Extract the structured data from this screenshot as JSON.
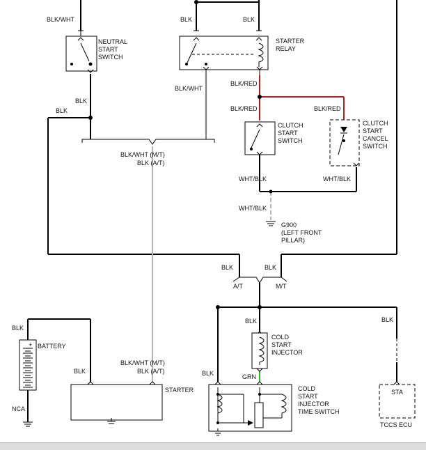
{
  "components": {
    "neutral_start_switch": "NEUTRAL\nSTART\nSWITCH",
    "starter_relay": "STARTER\nRELAY",
    "clutch_start_switch": "CLUTCH\nSTART\nSWITCH",
    "clutch_start_cancel_switch": "CLUTCH\nSTART\nCANCEL\nSWITCH",
    "ground": "G900\n(LEFT FRONT\nPILLAR)",
    "battery": "BATTERY",
    "starter": "STARTER",
    "cold_start_injector": "COLD\nSTART\nINJECTOR",
    "cold_start_injector_time_switch": "COLD\nSTART\nINJECTOR\nTIME SWITCH",
    "tccs_ecu": "TCCS ECU",
    "tccs_ecu_pin": "STA"
  },
  "wire_labels": {
    "blk_wht_top": "BLK/WHT",
    "blk_relay_left": "BLK",
    "blk_relay_right": "BLK",
    "blk_red_relay_out": "BLK/RED",
    "blk_wht_relay_branch": "BLK/WHT",
    "blk_nss_out": "BLK",
    "blk_left_bus": "BLK",
    "blk_red_clutch": "BLK/RED",
    "blk_red_cancel": "BLK/RED",
    "wht_blk_clutch": "WHT/BLK",
    "wht_blk_cancel": "WHT/BLK",
    "wht_blk_ground": "WHT/BLK",
    "splice_mt": "BLK/WHT  (M/T)",
    "splice_at": "BLK          (A/T)",
    "blk_at_in": "BLK",
    "blk_mt_in": "BLK",
    "at": "A/T",
    "mt": "M/T",
    "blk_battery": "BLK",
    "nca": "NCA",
    "blk_starter": "BLK",
    "starter_mt": "BLK/WHT  (M/T)",
    "starter_at": "BLK          (A/T)",
    "blk_injector": "BLK",
    "blk_time_switch": "BLK",
    "grn": "GRN",
    "blk_ecu": "BLK"
  },
  "battery_polarity": "+",
  "wire_colors": {
    "default": "#000000",
    "blk_red": "#b02020",
    "grn": "#2fb52f",
    "blk_wht_lightgray": "#b4b4b4"
  }
}
